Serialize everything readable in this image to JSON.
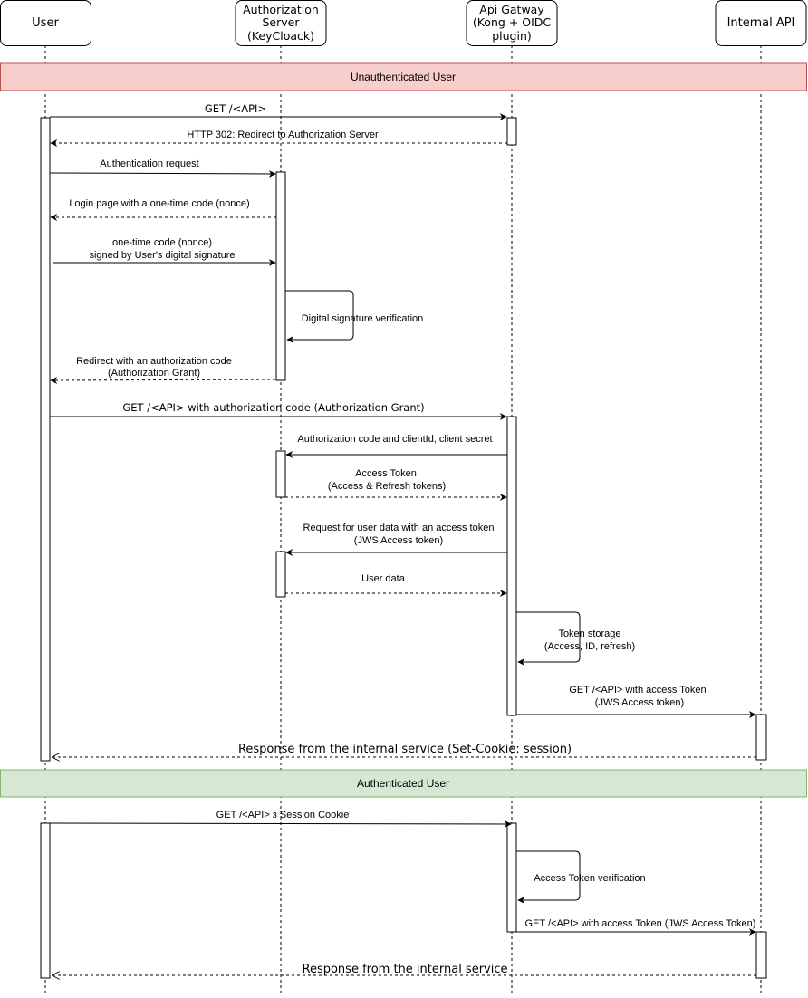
{
  "actors": {
    "user": "User",
    "auth": [
      "Authorization",
      "Server",
      "(KeyCloack)"
    ],
    "gateway": [
      "Api Gatway",
      "(Kong + OIDC",
      "plugin)"
    ],
    "internal": "Internal API"
  },
  "frames": {
    "unauthenticated": "Unauthenticated User",
    "authenticated": "Authenticated User"
  },
  "messages": {
    "m1": "GET /<API>",
    "m2": "HTTP 302: Redirect to Authorization Server",
    "m3": "Authentication request",
    "m4": "Login page with a one-time code (nonce)",
    "m5": [
      "one-time code (nonce)",
      "signed by User's digital signature"
    ],
    "m6": "Digital signature verification",
    "m7": [
      "Redirect with an authorization code",
      "(Authorization Grant)"
    ],
    "m8": "GET /<API> with authorization code (Authorization Grant)",
    "m9": "Authorization code and clientId, client secret",
    "m10": [
      "Access Token",
      "(Access & Refresh tokens)"
    ],
    "m11": [
      "Request for user data with an access token",
      "(JWS Access token)"
    ],
    "m12": "User data",
    "m13": [
      "Token storage",
      "(Access, ID, refresh)"
    ],
    "m14": [
      "GET /<API> with access Token",
      "(JWS Access token)"
    ],
    "m15": "Response from the internal service (Set-Cookie: session)",
    "m16": "GET /<API> з Session Cookie",
    "m17": "Access Token verification",
    "m18": "GET /<API> with access Token (JWS Access Token)",
    "m19": "Response from the internal service"
  },
  "colors": {
    "unauth_fill": "#f8cecc",
    "unauth_stroke": "#b85450",
    "auth_fill": "#d5e8d4",
    "auth_stroke": "#82b366"
  }
}
